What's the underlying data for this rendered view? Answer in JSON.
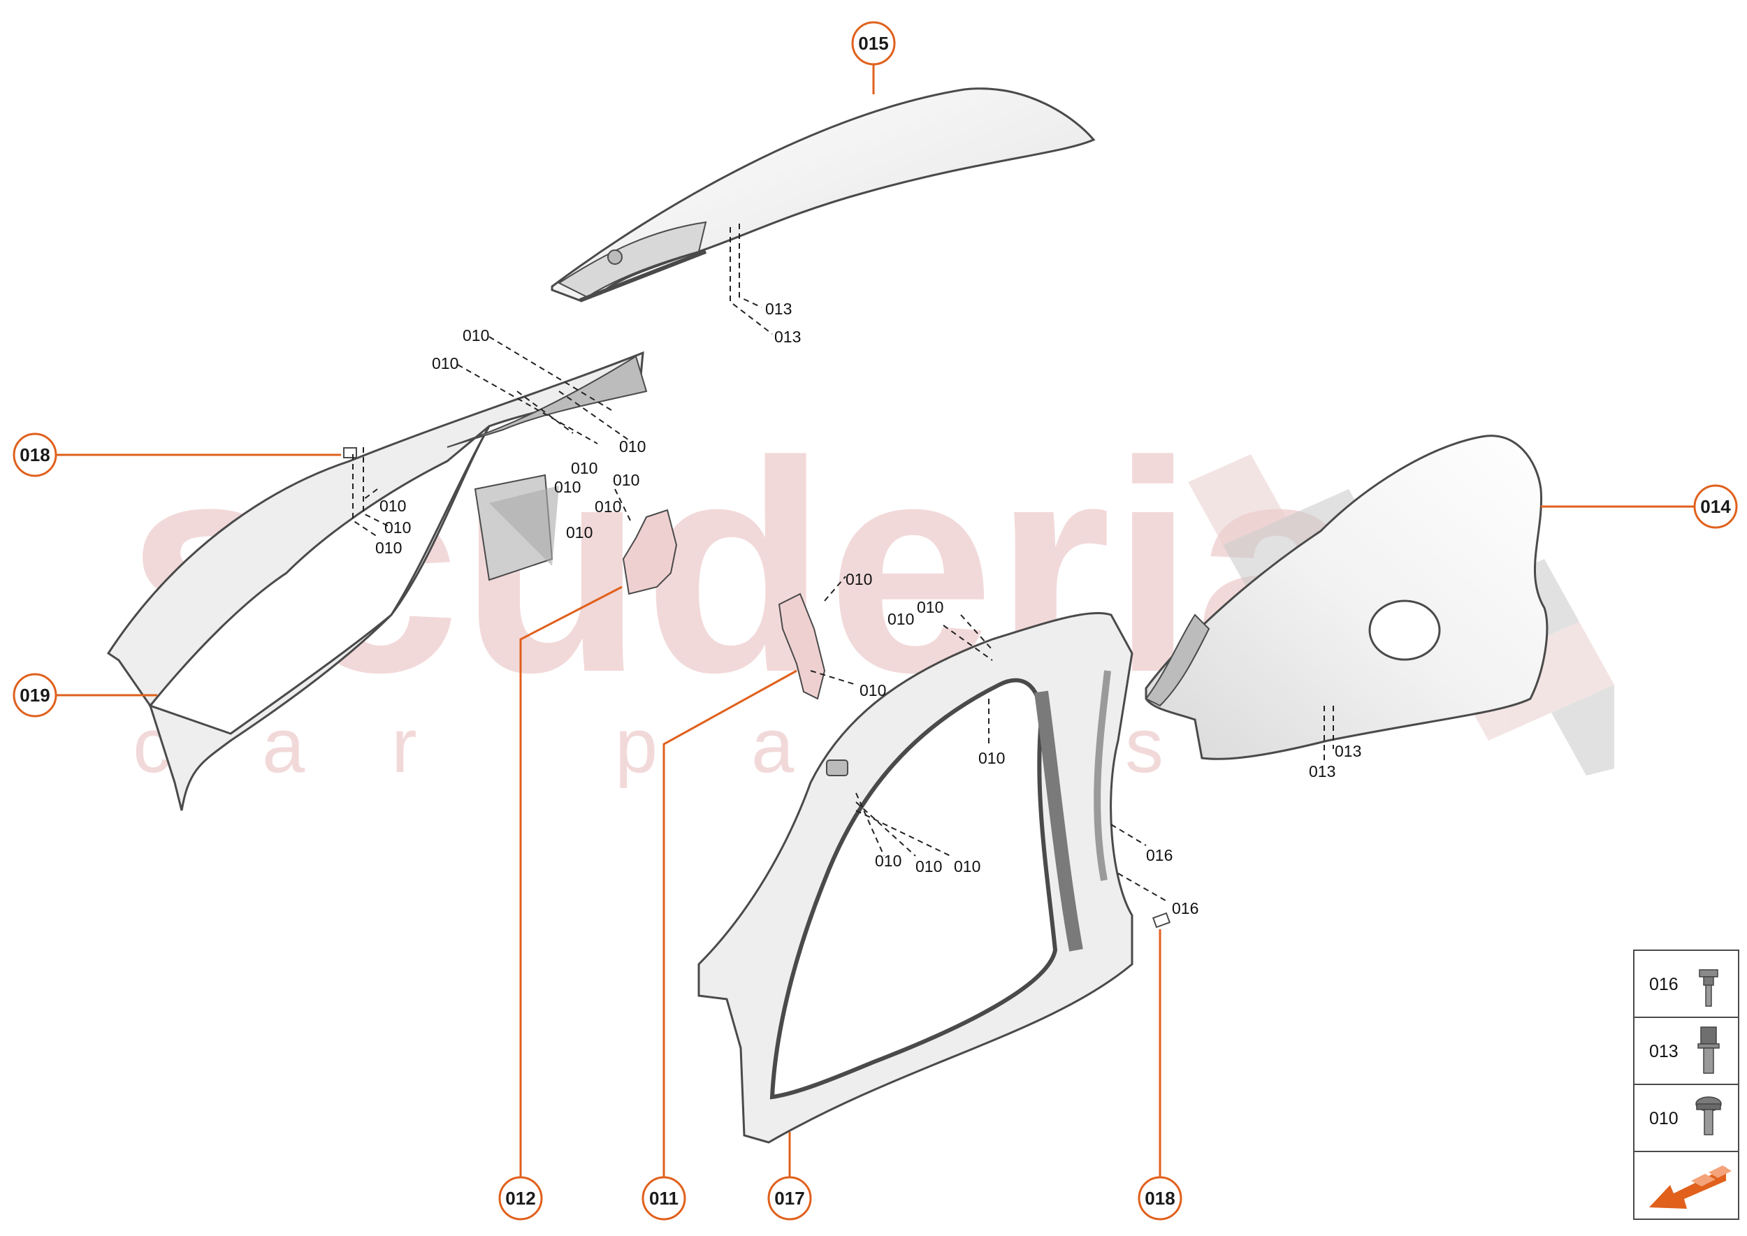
{
  "watermark": {
    "brand": "scuderia",
    "sub_letters": [
      "c",
      "a",
      "r",
      "p",
      "a",
      "r",
      "t",
      "s"
    ]
  },
  "colors": {
    "callout": "#e0601c",
    "outline": "#4a4a4a",
    "panel": "#eeeeee",
    "panel_dark": "#bcbcbc",
    "watermark": "#f2d9d9",
    "legend_arrow": "#e0601c"
  },
  "callouts": {
    "c015": "015",
    "c018_left": "018",
    "c019": "019",
    "c014": "014",
    "c012": "012",
    "c011": "011",
    "c017": "017",
    "c018_bottom": "018"
  },
  "part_labels": [
    "013",
    "013",
    "010",
    "010",
    "010",
    "010",
    "010",
    "010",
    "010",
    "010",
    "010",
    "010",
    "010",
    "010",
    "010",
    "010",
    "010",
    "010",
    "010",
    "010",
    "010",
    "010",
    "010",
    "016",
    "016",
    "013",
    "013"
  ],
  "legend": {
    "rows": [
      {
        "code": "016",
        "icon": "bolt-flange-icon"
      },
      {
        "code": "013",
        "icon": "bolt-hex-icon"
      },
      {
        "code": "010",
        "icon": "bolt-torx-icon"
      }
    ],
    "nav_icon": "orientation-arrow-icon"
  }
}
